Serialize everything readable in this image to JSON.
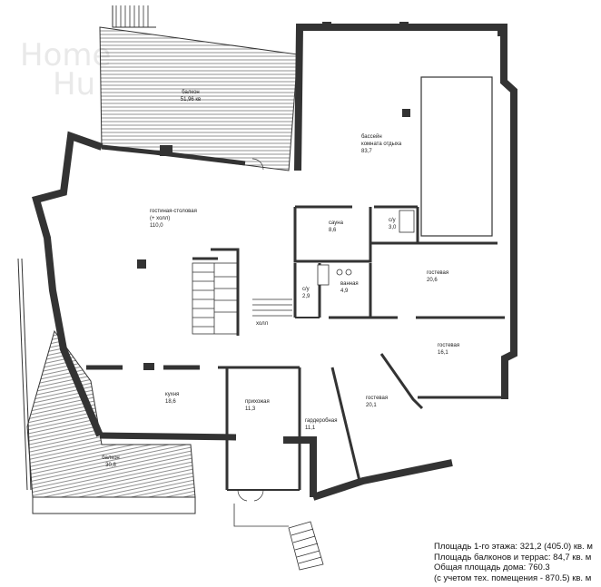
{
  "watermark": {
    "line1": "Home",
    "line2": "Hu"
  },
  "rooms": [
    {
      "id": "balcony_top",
      "lines": [
        "балкон",
        "51,96 кв"
      ]
    },
    {
      "id": "pool",
      "lines": [
        "бассейн",
        "комната отдыха",
        "83,7"
      ]
    },
    {
      "id": "living",
      "lines": [
        "гостиная-столовая",
        "(+ холл)",
        "110,0"
      ]
    },
    {
      "id": "sauna",
      "lines": [
        "сауна",
        "8,6"
      ]
    },
    {
      "id": "wc1",
      "lines": [
        "с/у",
        "3,0"
      ]
    },
    {
      "id": "wc2",
      "lines": [
        "с/у",
        "2,9"
      ]
    },
    {
      "id": "bath",
      "lines": [
        "ванная",
        "4,9"
      ]
    },
    {
      "id": "guest1",
      "lines": [
        "гостевая",
        "20,6"
      ]
    },
    {
      "id": "hall",
      "lines": [
        "холл"
      ]
    },
    {
      "id": "guest2",
      "lines": [
        "гостевая",
        "16,1"
      ]
    },
    {
      "id": "kitchen",
      "lines": [
        "кухня",
        "18,6"
      ]
    },
    {
      "id": "entry",
      "lines": [
        "прихожая",
        "11,3"
      ]
    },
    {
      "id": "guest3",
      "lines": [
        "гостевая",
        "20,1"
      ]
    },
    {
      "id": "wardrobe",
      "lines": [
        "гардеробная",
        "11,1"
      ]
    },
    {
      "id": "balcony_bottom",
      "lines": [
        "балкон",
        "30,8"
      ]
    }
  ],
  "summary": {
    "line1": "Площадь 1-го этажа: 321,2 (405.0) кв. м",
    "line2": "Площадь балконов и террас: 84,7 кв. м",
    "line3": "Общая площадь дома: 760.3",
    "line4": "(с учетом тех. помещения - 870.5) кв. м"
  }
}
